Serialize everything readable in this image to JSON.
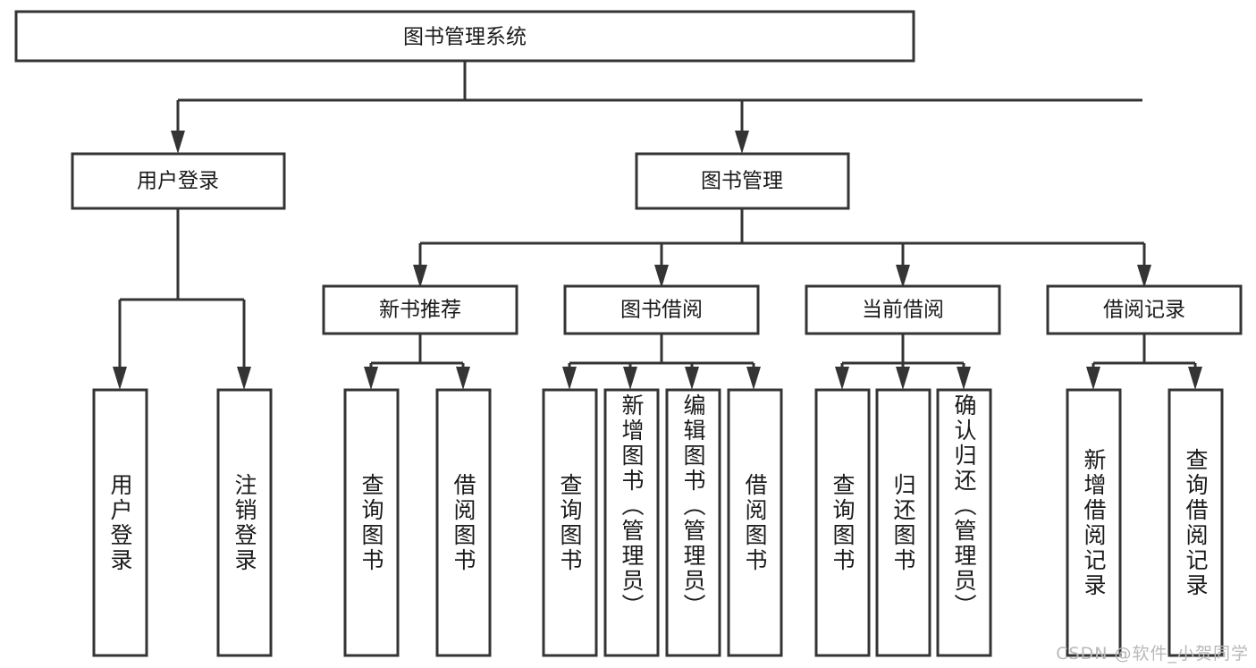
{
  "diagram": {
    "title": "图书管理系统",
    "type": "tree",
    "watermark": "CSDN @软件_小贺同学",
    "colors": {
      "stroke": "#343434",
      "fill": "#ffffff",
      "text": "#1a1a1a",
      "watermark": "#b9b9b9"
    },
    "root": {
      "label": "图书管理系统",
      "orientation": "horizontal"
    },
    "level2": [
      {
        "label": "用户登录",
        "orientation": "horizontal"
      },
      {
        "label": "图书管理",
        "orientation": "horizontal"
      }
    ],
    "level3": [
      {
        "label": "新书推荐",
        "orientation": "horizontal"
      },
      {
        "label": "图书借阅",
        "orientation": "horizontal"
      },
      {
        "label": "当前借阅",
        "orientation": "horizontal"
      },
      {
        "label": "借阅记录",
        "orientation": "horizontal"
      }
    ],
    "leaves": {
      "user_login": [
        {
          "label": "用户登录",
          "orientation": "vertical"
        },
        {
          "label": "注销登录",
          "orientation": "vertical"
        }
      ],
      "new_book_recommend": [
        {
          "label": "查询图书",
          "orientation": "vertical"
        },
        {
          "label": "借阅图书",
          "orientation": "vertical"
        }
      ],
      "book_borrow": [
        {
          "label": "查询图书",
          "orientation": "vertical"
        },
        {
          "label": "新增图书（管理员）",
          "orientation": "vertical"
        },
        {
          "label": "编辑图书（管理员）",
          "orientation": "vertical"
        },
        {
          "label": "借阅图书",
          "orientation": "vertical"
        }
      ],
      "current_borrow": [
        {
          "label": "查询图书",
          "orientation": "vertical"
        },
        {
          "label": "归还图书",
          "orientation": "vertical"
        },
        {
          "label": "确认归还（管理员）",
          "orientation": "vertical"
        }
      ],
      "borrow_record": [
        {
          "label": "新增借阅记录",
          "orientation": "vertical"
        },
        {
          "label": "查询借阅记录",
          "orientation": "vertical"
        }
      ]
    }
  }
}
